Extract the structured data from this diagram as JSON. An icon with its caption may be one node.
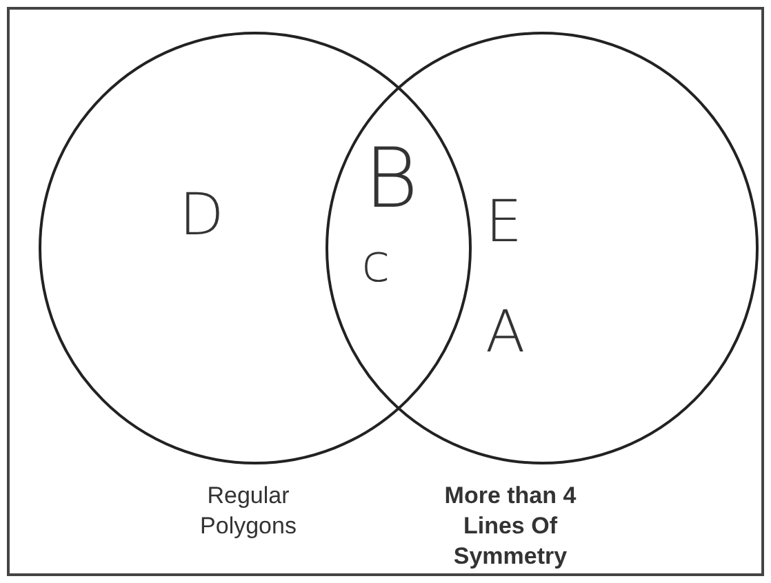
{
  "diagram": {
    "nodes": [
      {
        "text": [
          "Regular Polygons"
        ]
      },
      {
        "text": [
          "More than 4 Lines Of Symmetry"
        ]
      }
    ],
    "labels": [
      "D",
      "B",
      "E",
      "c",
      "A"
    ]
  }
}
